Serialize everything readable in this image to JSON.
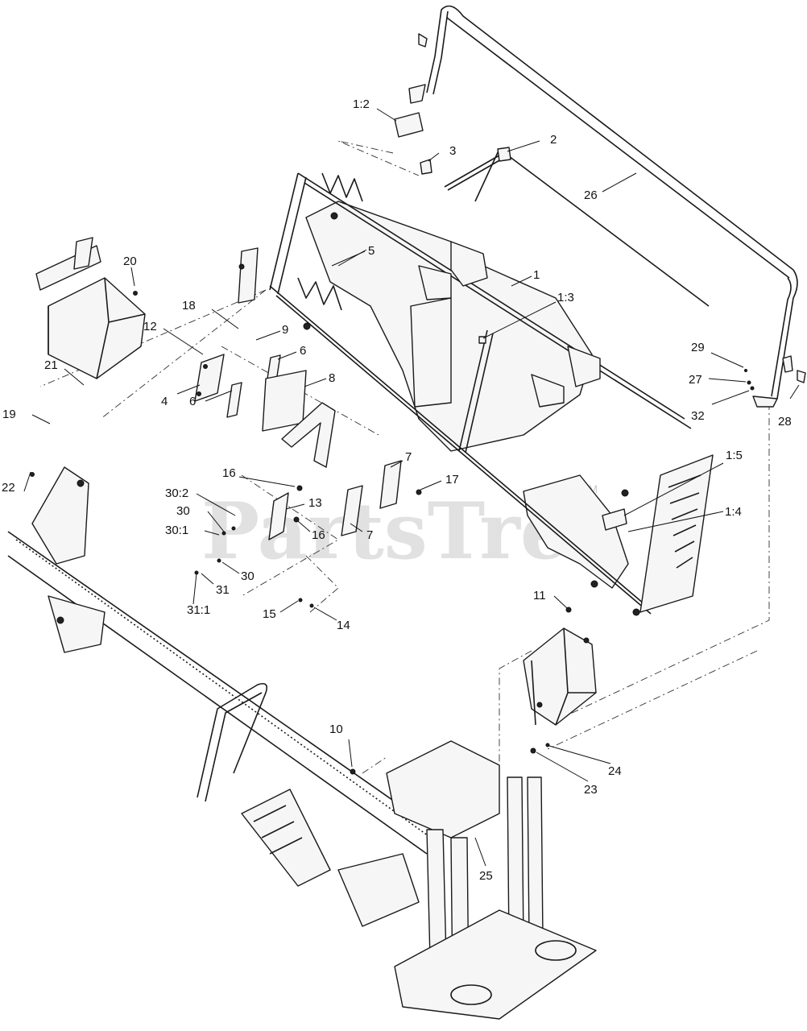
{
  "watermark": {
    "text": "PartsTree",
    "trademark": "TM"
  },
  "callouts": [
    {
      "id": "c-1-2",
      "label": "1:2"
    },
    {
      "id": "c-3",
      "label": "3"
    },
    {
      "id": "c-2",
      "label": "2"
    },
    {
      "id": "c-26",
      "label": "26"
    },
    {
      "id": "c-1",
      "label": "1"
    },
    {
      "id": "c-1-3",
      "label": "1:3"
    },
    {
      "id": "c-18",
      "label": "18"
    },
    {
      "id": "c-12",
      "label": "12"
    },
    {
      "id": "c-9",
      "label": "9"
    },
    {
      "id": "c-6a",
      "label": "6"
    },
    {
      "id": "c-8",
      "label": "8"
    },
    {
      "id": "c-4",
      "label": "4"
    },
    {
      "id": "c-6b",
      "label": "6"
    },
    {
      "id": "c-5",
      "label": "5"
    },
    {
      "id": "c-21",
      "label": "21"
    },
    {
      "id": "c-19",
      "label": "19"
    },
    {
      "id": "c-20",
      "label": "20"
    },
    {
      "id": "c-22",
      "label": "22"
    },
    {
      "id": "c-16a",
      "label": "16"
    },
    {
      "id": "c-7a",
      "label": "7"
    },
    {
      "id": "c-17",
      "label": "17"
    },
    {
      "id": "c-30-2",
      "label": "30:2"
    },
    {
      "id": "c-13",
      "label": "13"
    },
    {
      "id": "c-30a",
      "label": "30"
    },
    {
      "id": "c-30-1",
      "label": "30:1"
    },
    {
      "id": "c-16b",
      "label": "16"
    },
    {
      "id": "c-7b",
      "label": "7"
    },
    {
      "id": "c-30b",
      "label": "30"
    },
    {
      "id": "c-31",
      "label": "31"
    },
    {
      "id": "c-31-1",
      "label": "31:1"
    },
    {
      "id": "c-15",
      "label": "15"
    },
    {
      "id": "c-14",
      "label": "14"
    },
    {
      "id": "c-29",
      "label": "29"
    },
    {
      "id": "c-27",
      "label": "27"
    },
    {
      "id": "c-32",
      "label": "32"
    },
    {
      "id": "c-28",
      "label": "28"
    },
    {
      "id": "c-1-5",
      "label": "1:5"
    },
    {
      "id": "c-1-4",
      "label": "1:4"
    },
    {
      "id": "c-11",
      "label": "11"
    },
    {
      "id": "c-10",
      "label": "10"
    },
    {
      "id": "c-24",
      "label": "24"
    },
    {
      "id": "c-23",
      "label": "23"
    },
    {
      "id": "c-25",
      "label": "25"
    }
  ]
}
